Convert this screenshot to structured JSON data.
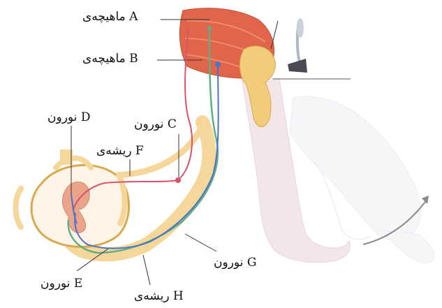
{
  "labels": {
    "muscle_a": "ماهیچه‌ی A",
    "muscle_b": "ماهیچه‌ی B",
    "neuron_c": "نورون C",
    "neuron_d": "نورون D",
    "fiber_f": "ریشه‌ی F",
    "neuron_e": "نورون E",
    "fiber_h": "ریشه‌ی H",
    "neuron_g": "نورون G"
  },
  "colors": {
    "muscle": "#e0654a",
    "bone": "#f2cc7a",
    "skin": "#f3e6e8",
    "nerve_sheath": "#f6d79b",
    "neuron_red": "#d9536b",
    "neuron_green": "#5fae86",
    "neuron_blue": "#4a73c9",
    "spinal_gray": "#e9a48a"
  }
}
